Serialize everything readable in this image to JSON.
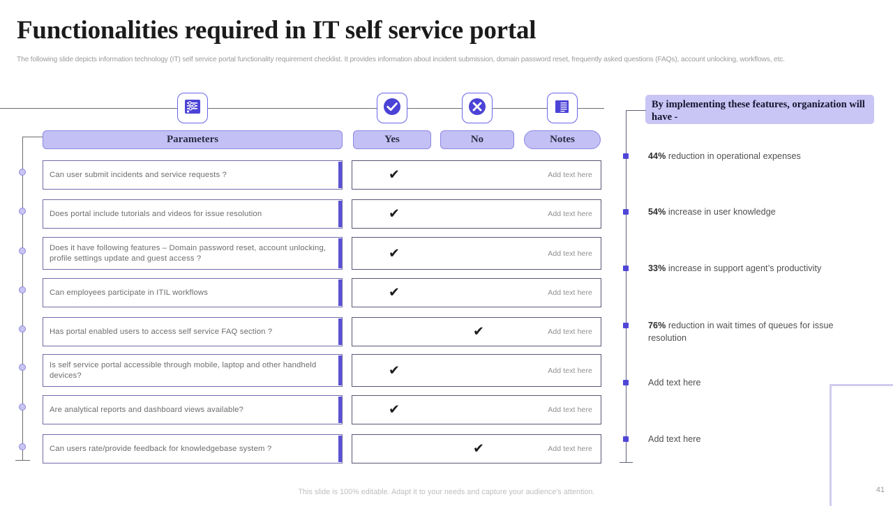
{
  "slide": {
    "title": "Functionalities required in IT self service portal",
    "subtitle": "The following slide depicts information technology (IT) self service portal functionality requirement checklist. It provides information about incident submission, domain password reset, frequently asked questions (FAQs), account unlocking, workflows, etc.",
    "footer_note": "This slide is 100% editable. Adapt it to your needs and capture your audience's attention.",
    "page_number": "41"
  },
  "colors": {
    "accent": "#5b52d4",
    "pill_fill": "#c3c0f5",
    "pill_border": "#8b86e0",
    "banner_fill": "#c9c5f5",
    "row_border": "#6f6aa8",
    "text_muted": "#6c6c6c",
    "frame": "#cfccee"
  },
  "icons": [
    {
      "name": "settings-list-icon",
      "column": "Parameters"
    },
    {
      "name": "check-circle-icon",
      "column": "Yes"
    },
    {
      "name": "cross-circle-icon",
      "column": "No"
    },
    {
      "name": "documents-icon",
      "column": "Notes"
    }
  ],
  "table": {
    "headers": {
      "parameters": "Parameters",
      "yes": "Yes",
      "no": "No",
      "notes": "Notes"
    },
    "rows": [
      {
        "parameter": "Can user submit incidents and service requests ?",
        "yes": true,
        "no": false,
        "notes": "Add text here"
      },
      {
        "parameter": "Does portal include tutorials and videos for issue resolution",
        "yes": true,
        "no": false,
        "notes": "Add text here"
      },
      {
        "parameter": "Does it have following features – Domain password reset, account unlocking, profile settings update and guest access ?",
        "yes": true,
        "no": false,
        "notes": "Add text here"
      },
      {
        "parameter": "Can employees participate in ITIL workflows",
        "yes": true,
        "no": false,
        "notes": "Add text here"
      },
      {
        "parameter": "Has portal enabled users to access self service FAQ section ?",
        "yes": false,
        "no": true,
        "notes": "Add text here"
      },
      {
        "parameter": "Is self service portal accessible through mobile, laptop and other handheld devices?",
        "yes": true,
        "no": false,
        "notes": "Add text here"
      },
      {
        "parameter": "Are analytical reports and dashboard views available?",
        "yes": true,
        "no": false,
        "notes": "Add text here"
      },
      {
        "parameter": "Can users rate/provide feedback for knowledgebase system ?",
        "yes": false,
        "no": true,
        "notes": "Add text here"
      }
    ]
  },
  "benefits": {
    "banner": "By implementing these features, organization will have -",
    "items": [
      {
        "value": "44%",
        "text": " reduction in operational expenses"
      },
      {
        "value": "54%",
        "text": " increase in user knowledge"
      },
      {
        "value": "33%",
        "text": " increase in support agent’s productivity"
      },
      {
        "value": "76%",
        "text": " reduction in wait times of queues for issue resolution"
      },
      {
        "value": "",
        "text": "Add text here"
      },
      {
        "value": "",
        "text": "Add text here"
      }
    ]
  }
}
